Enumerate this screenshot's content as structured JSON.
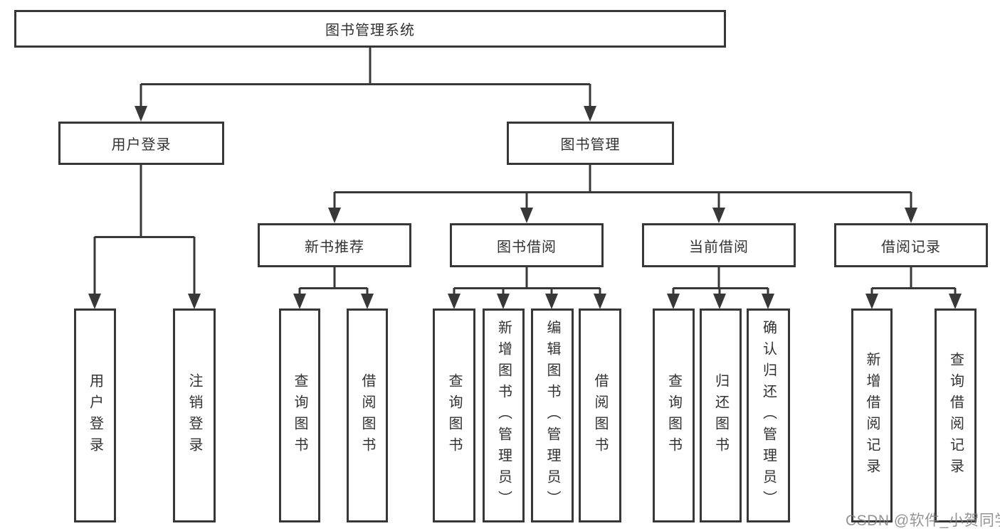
{
  "tree": {
    "label": "图书管理系统",
    "children": [
      {
        "label": "用户登录",
        "children": [
          {
            "label": "用户登录"
          },
          {
            "label": "注销登录"
          }
        ]
      },
      {
        "label": "图书管理",
        "children": [
          {
            "label": "新书推荐",
            "children": [
              {
                "label": "查询图书"
              },
              {
                "label": "借阅图书"
              }
            ]
          },
          {
            "label": "图书借阅",
            "children": [
              {
                "label": "查询图书"
              },
              {
                "label": "新增图书（管理员）"
              },
              {
                "label": "编辑图书（管理员）"
              },
              {
                "label": "借阅图书"
              }
            ]
          },
          {
            "label": "当前借阅",
            "children": [
              {
                "label": "查询图书"
              },
              {
                "label": "归还图书"
              },
              {
                "label": "确认归还（管理员）"
              }
            ]
          },
          {
            "label": "借阅记录",
            "children": [
              {
                "label": "新增借阅记录"
              },
              {
                "label": "查询借阅记录"
              }
            ]
          }
        ]
      }
    ]
  },
  "watermark": {
    "text": "CSDN @软件_小贺同学"
  },
  "colors": {
    "line": "#383838",
    "border": "#373737",
    "text": "#323232",
    "watermark": "#7d7d7d",
    "background": "#ffffff"
  }
}
